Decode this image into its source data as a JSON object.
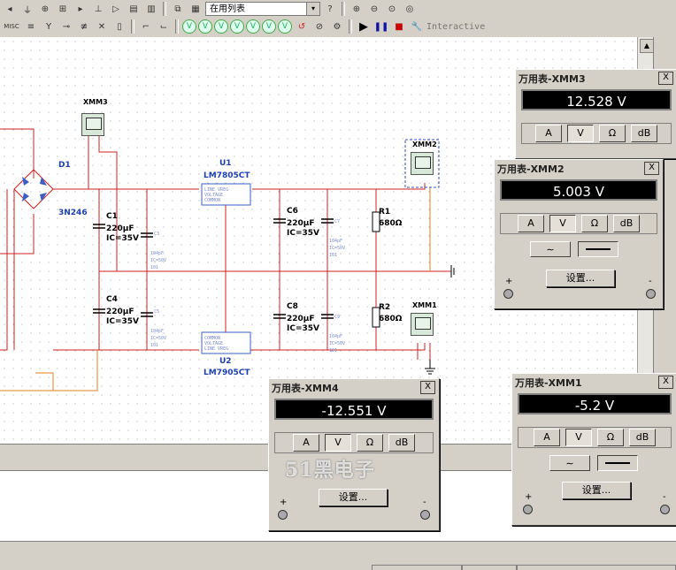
{
  "toolbar": {
    "misc_label": "MISC",
    "combo_value": "在用列表",
    "mode_label": "Interactive"
  },
  "components": {
    "d1": {
      "ref": "D1",
      "model": "3N246"
    },
    "u1": {
      "ref": "U1",
      "model": "LM7805CT",
      "pins": "LINE VREG\nVOLTAGE\nCOMMON"
    },
    "u2": {
      "ref": "U2",
      "model": "LM7905CT",
      "pins": "COMMON\nVOLTAGE\nLINE VREG"
    },
    "c1": {
      "ref": "C1",
      "value": "220µF",
      "ic": "IC=35V"
    },
    "c3": {
      "ref": "C3",
      "value": "104pF",
      "ic": "IC=50V",
      "n": "101"
    },
    "c4": {
      "ref": "C4",
      "value": "220µF",
      "ic": "IC=35V"
    },
    "c5": {
      "ref": "C5",
      "value": "104pF",
      "ic": "IC=50V",
      "n": "101"
    },
    "c6": {
      "ref": "C6",
      "value": "220µF",
      "ic": "IC=35V"
    },
    "c7": {
      "ref": "C7",
      "value": "104pF",
      "ic": "IC=50V",
      "n": "101"
    },
    "c8": {
      "ref": "C8",
      "value": "220µF",
      "ic": "IC=35V"
    },
    "c9": {
      "ref": "C9",
      "value": "104pF",
      "ic": "IC=50V",
      "n": "101"
    },
    "r1": {
      "ref": "R1",
      "value": "680Ω"
    },
    "r2": {
      "ref": "R2",
      "value": "680Ω"
    },
    "xmm1": "XMM1",
    "xmm2": "XMM2",
    "xmm3": "XMM3"
  },
  "meters": {
    "xmm3": {
      "title": "万用表-XMM3",
      "reading": "12.528 V"
    },
    "xmm2": {
      "title": "万用表-XMM2",
      "reading": "5.003 V"
    },
    "xmm4": {
      "title": "万用表-XMM4",
      "reading": "-12.551 V"
    },
    "xmm1": {
      "title": "万用表-XMM1",
      "reading": "-5.2 V"
    }
  },
  "meter_ui": {
    "btn_a": "A",
    "btn_v": "V",
    "btn_ohm": "Ω",
    "btn_db": "dB",
    "settings": "设置...",
    "plus": "+",
    "minus": "-",
    "close": "X"
  },
  "watermark": "51黑电子"
}
